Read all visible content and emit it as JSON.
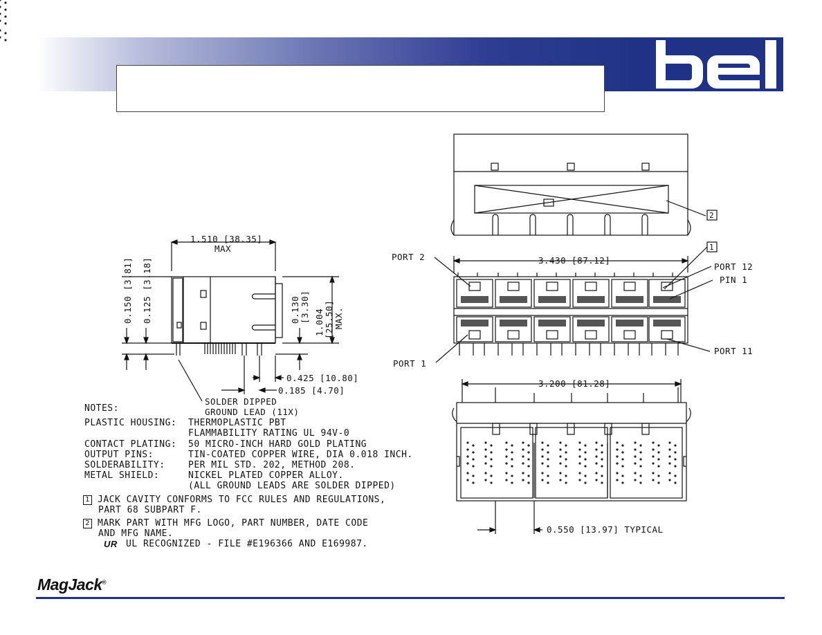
{
  "header": {
    "logo_text": "bel",
    "title": "",
    "colors": {
      "band": "#1e3388",
      "logo_fill": "#ffffff"
    }
  },
  "side_view": {
    "width_dim": "1.510 [38.35]",
    "width_max": "MAX",
    "dim_150": "0.150 [3.81]",
    "dim_125": "0.125 [3.18]",
    "dim_130_in": "0.130",
    "dim_130_mm": "[3.30]",
    "dim_height_in": "1.004",
    "dim_height_mm": "[25.50]",
    "dim_height_max": "MAX.",
    "dim_425": "0.425 [10.80]",
    "dim_185": "0.185 [4.70]",
    "lead_note_1": "SOLDER DIPPED",
    "lead_note_2": "GROUND LEAD (11X)"
  },
  "front_view": {
    "port2": "PORT 2",
    "port12": "PORT 12",
    "pin1": "PIN 1",
    "port1": "PORT 1",
    "port11": "PORT 11",
    "width_dim": "3.430 [87.12]",
    "callout_1": "1",
    "callout_2": "2"
  },
  "bottom_view": {
    "width_dim": "3.200 [81.28]",
    "pitch_dim": "0.550 [13.97] TYPICAL"
  },
  "notes": {
    "heading": "NOTES:",
    "items": [
      {
        "key": "PLASTIC HOUSING:",
        "value": "THERMOPLASTIC  PBT"
      },
      {
        "key": "",
        "value": "FLAMMABILITY RATING UL 94V-0"
      },
      {
        "key": "CONTACT PLATING:",
        "value": "50 MICRO-INCH HARD GOLD PLATING"
      },
      {
        "key": "OUTPUT PINS:",
        "value": "TIN-COATED COPPER WIRE, DIA 0.018 INCH."
      },
      {
        "key": "SOLDERABILITY:",
        "value": "PER MIL STD. 202, METHOD 208."
      },
      {
        "key": "METAL SHIELD:",
        "value": "NICKEL PLATED COPPER ALLOY."
      },
      {
        "key": "",
        "value": "(ALL GROUND LEADS ARE SOLDER DIPPED)"
      }
    ],
    "note1_num": "1",
    "note1_line1": "JACK CAVITY CONFORMS TO FCC RULES AND REGULATIONS,",
    "note1_line2": "PART 68 SUBPART F.",
    "note2_num": "2",
    "note2_line1": "MARK PART WITH MFG LOGO, PART NUMBER, DATE CODE",
    "note2_line2": "AND MFG NAME.",
    "ul_mark": "UR",
    "ul_text": "UL RECOGNIZED - FILE #E196366 AND E169987."
  },
  "footer": {
    "brand": "MagJack",
    "brand_mark": "®"
  }
}
